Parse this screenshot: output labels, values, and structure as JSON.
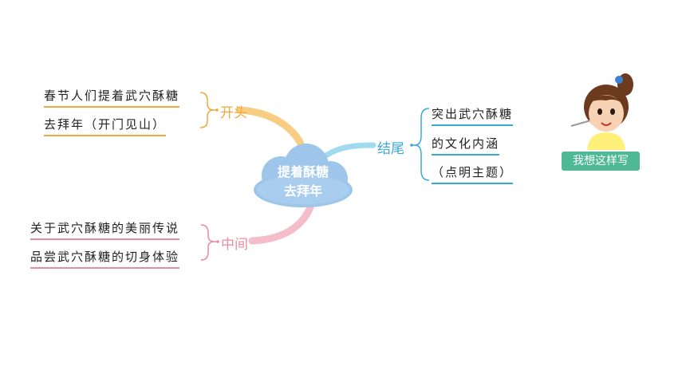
{
  "center": {
    "line1": "提着酥糖",
    "line2": "去拜年"
  },
  "branches": {
    "kaitou": {
      "label": "开头",
      "lines": [
        "春节人们提着武穴酥糖",
        "去拜年（开门见山）"
      ],
      "color": "#f2a93b"
    },
    "zhongjian": {
      "label": "中间",
      "lines": [
        "关于武穴酥糖的美丽传说",
        "品尝武穴酥糖的切身体验"
      ],
      "color": "#e88aa0"
    },
    "jiewei": {
      "label": "结尾",
      "lines": [
        "突出武穴酥糖",
        "的文化内涵",
        "（点明主题）"
      ],
      "color": "#39a9d8"
    }
  },
  "badge": {
    "label": "我想这样写"
  },
  "icons": {
    "girl": "girl-with-fork-icon",
    "cloud": "cloud-icon"
  }
}
